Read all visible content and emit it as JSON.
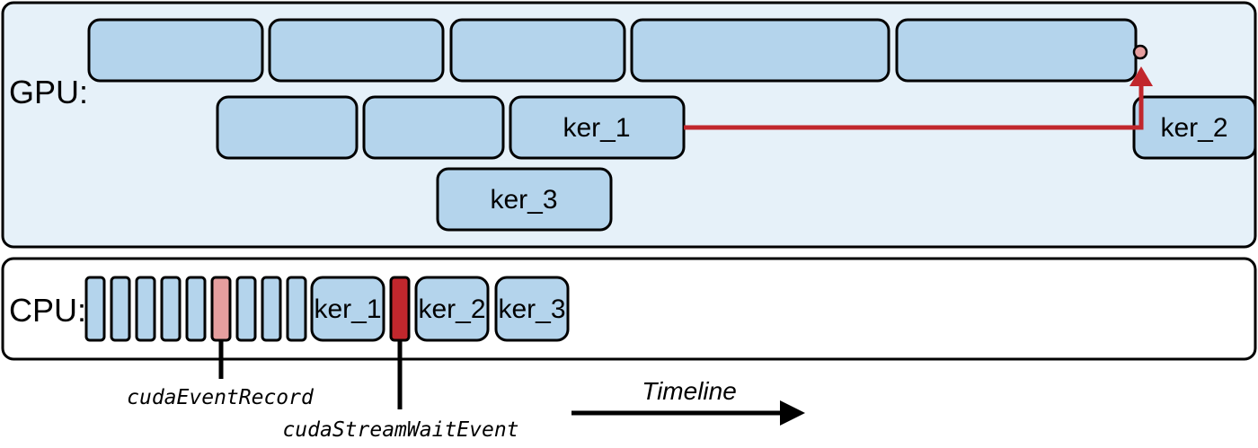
{
  "colors": {
    "gpu_bg": "#e6f1f9",
    "block_fill": "#b4d4ec",
    "stroke": "#000000",
    "event_record": "#e59e9e",
    "wait_event": "#c1272d",
    "dependency_arrow": "#c1272d"
  },
  "gpu": {
    "label": "GPU:",
    "kernels": {
      "ker_1": "ker_1",
      "ker_2": "ker_2",
      "ker_3": "ker_3"
    }
  },
  "cpu": {
    "label": "CPU:",
    "kernels": {
      "ker_1": "ker_1",
      "ker_2": "ker_2",
      "ker_3": "ker_3"
    }
  },
  "annotations": {
    "event_record": "cudaEventRecord",
    "stream_wait": "cudaStreamWaitEvent",
    "timeline": "Timeline"
  }
}
